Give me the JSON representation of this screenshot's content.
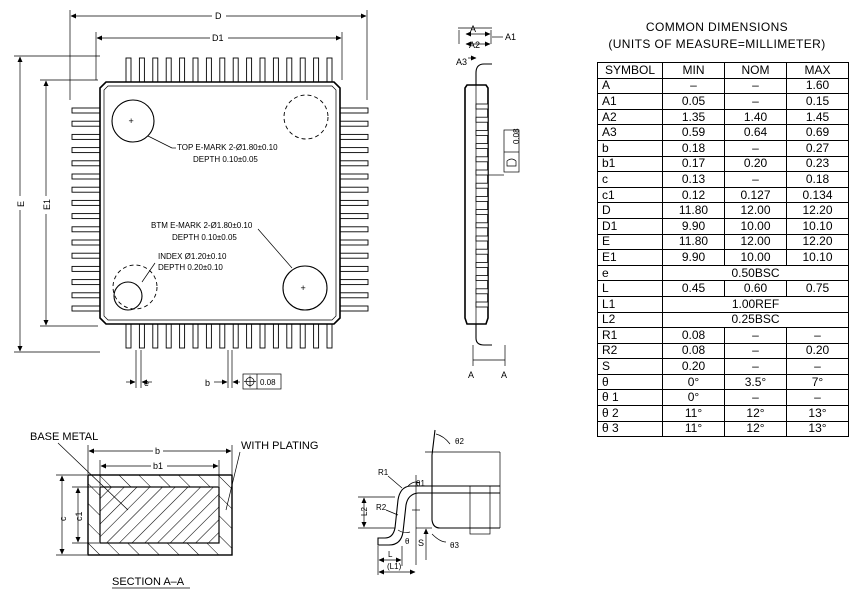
{
  "table": {
    "title": "COMMON DIMENSIONS",
    "subtitle": "(UNITS OF MEASURE=MILLIMETER)",
    "headers": [
      "SYMBOL",
      "MIN",
      "NOM",
      "MAX"
    ],
    "rows": [
      {
        "symbol": "A",
        "min": "–",
        "nom": "–",
        "max": "1.60"
      },
      {
        "symbol": "A1",
        "min": "0.05",
        "nom": "–",
        "max": "0.15"
      },
      {
        "symbol": "A2",
        "min": "1.35",
        "nom": "1.40",
        "max": "1.45"
      },
      {
        "symbol": "A3",
        "min": "0.59",
        "nom": "0.64",
        "max": "0.69"
      },
      {
        "symbol": "b",
        "min": "0.18",
        "nom": "–",
        "max": "0.27"
      },
      {
        "symbol": "b1",
        "min": "0.17",
        "nom": "0.20",
        "max": "0.23"
      },
      {
        "symbol": "c",
        "min": "0.13",
        "nom": "–",
        "max": "0.18"
      },
      {
        "symbol": "c1",
        "min": "0.12",
        "nom": "0.127",
        "max": "0.134"
      },
      {
        "symbol": "D",
        "min": "11.80",
        "nom": "12.00",
        "max": "12.20"
      },
      {
        "symbol": "D1",
        "min": "9.90",
        "nom": "10.00",
        "max": "10.10"
      },
      {
        "symbol": "E",
        "min": "11.80",
        "nom": "12.00",
        "max": "12.20"
      },
      {
        "symbol": "E1",
        "min": "9.90",
        "nom": "10.00",
        "max": "10.10"
      },
      {
        "symbol": "e",
        "span": "0.50BSC"
      },
      {
        "symbol": "L",
        "min": "0.45",
        "nom": "0.60",
        "max": "0.75"
      },
      {
        "symbol": "L1",
        "span": "1.00REF"
      },
      {
        "symbol": "L2",
        "span": "0.25BSC"
      },
      {
        "symbol": "R1",
        "min": "0.08",
        "nom": "–",
        "max": "–"
      },
      {
        "symbol": "R2",
        "min": "0.08",
        "nom": "–",
        "max": "0.20"
      },
      {
        "symbol": "S",
        "min": "0.20",
        "nom": "–",
        "max": "–"
      },
      {
        "symbol": "θ",
        "min": "0°",
        "nom": "3.5°",
        "max": "7°"
      },
      {
        "symbol": "θ 1",
        "min": "0°",
        "nom": "–",
        "max": "–"
      },
      {
        "symbol": "θ 2",
        "min": "11°",
        "nom": "12°",
        "max": "13°"
      },
      {
        "symbol": "θ 3",
        "min": "11°",
        "nom": "12°",
        "max": "13°"
      }
    ]
  },
  "top_view": {
    "label_d": "D",
    "label_d1": "D1",
    "label_e": "E",
    "label_e1": "E1",
    "label_e_pitch": "e",
    "label_b": "b",
    "tolerance_value": "0.08",
    "top_emark_line1": "TOP E-MARK 2-Ø1.80±0.10",
    "top_emark_line2": "DEPTH 0.10±0.05",
    "btm_emark_line1": "BTM E-MARK 2-Ø1.80±0.10",
    "btm_emark_line2": "DEPTH 0.10±0.05",
    "index_line1": "INDEX Ø1.20±0.10",
    "index_line2": "DEPTH 0.20±0.10"
  },
  "side_view": {
    "label_a": "A",
    "label_a1": "A1",
    "label_a2": "A2",
    "label_a3": "A3",
    "flatness_value": "0.08",
    "section_left": "A",
    "section_right": "A"
  },
  "section": {
    "label_base_metal": "BASE METAL",
    "label_with_plating": "WITH PLATING",
    "label_b": "b",
    "label_b1": "b1",
    "label_c": "c",
    "label_c1": "c1",
    "caption": "SECTION A–A"
  },
  "lead_detail": {
    "label_theta2": "θ2",
    "label_r1": "R1",
    "label_theta1": "θ1",
    "label_r2": "R2",
    "label_l2": "L2",
    "label_theta": "θ",
    "label_s": "S",
    "label_theta3": "θ3",
    "label_l": "L",
    "label_l1": "(L1)"
  }
}
